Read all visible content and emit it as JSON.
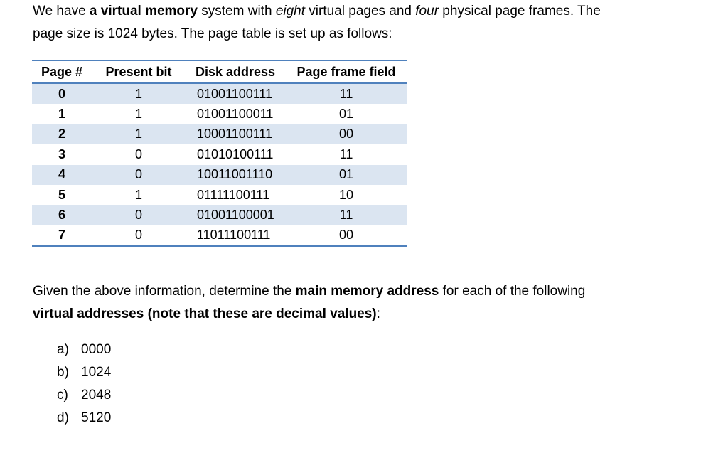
{
  "intro": {
    "t1": "We have ",
    "b1": "a virtual memory",
    "t2": " system with ",
    "i1": "eight",
    "t3": " virtual pages and ",
    "i2": "four",
    "t4": " physical page frames.  The",
    "line2": "page size is 1024 bytes.   The page table is set up as follows:"
  },
  "table": {
    "headers": [
      "Page #",
      "Present bit",
      "Disk address",
      "Page frame field"
    ],
    "rows": [
      [
        "0",
        "1",
        "01001100111",
        "11"
      ],
      [
        "1",
        "1",
        "01001100011",
        "01"
      ],
      [
        "2",
        "1",
        "10001100111",
        "00"
      ],
      [
        "3",
        "0",
        "01010100111",
        "11"
      ],
      [
        "4",
        "0",
        "10011001110",
        "01"
      ],
      [
        "5",
        "1",
        "01111100111",
        "10"
      ],
      [
        "6",
        "0",
        "01001100001",
        "11"
      ],
      [
        "7",
        "0",
        "11011100111",
        "00"
      ]
    ],
    "stripe_color": "#dbe5f1",
    "rule_color": "#4f81bd"
  },
  "question": {
    "t1": "Given the above information, determine the ",
    "b1": "main memory address",
    "t2": " for each of the following",
    "b2": "virtual addresses (note that these are decimal values)",
    "t3": ":"
  },
  "answers": [
    {
      "letter": "a)",
      "value": "0000"
    },
    {
      "letter": "b)",
      "value": "1024"
    },
    {
      "letter": "c)",
      "value": "2048"
    },
    {
      "letter": "d)",
      "value": "5120"
    }
  ]
}
